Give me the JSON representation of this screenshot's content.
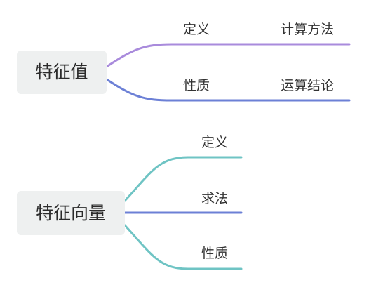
{
  "mindmap": {
    "roots": [
      {
        "label": "特征值",
        "children": [
          {
            "label": "定义",
            "color": "#a98bdc",
            "children": [
              {
                "label": "计算方法",
                "color": "#a98bdc"
              }
            ]
          },
          {
            "label": "性质",
            "color": "#6c80d6",
            "children": [
              {
                "label": "运算结论",
                "color": "#6c80d6"
              }
            ]
          }
        ]
      },
      {
        "label": "特征向量",
        "children": [
          {
            "label": "定义",
            "color": "#6fc4c4"
          },
          {
            "label": "求法",
            "color": "#6c80d6"
          },
          {
            "label": "性质",
            "color": "#6fc4c4"
          }
        ]
      }
    ]
  },
  "style": {
    "node_background": "#eef0f0",
    "text_color": "#333333"
  }
}
